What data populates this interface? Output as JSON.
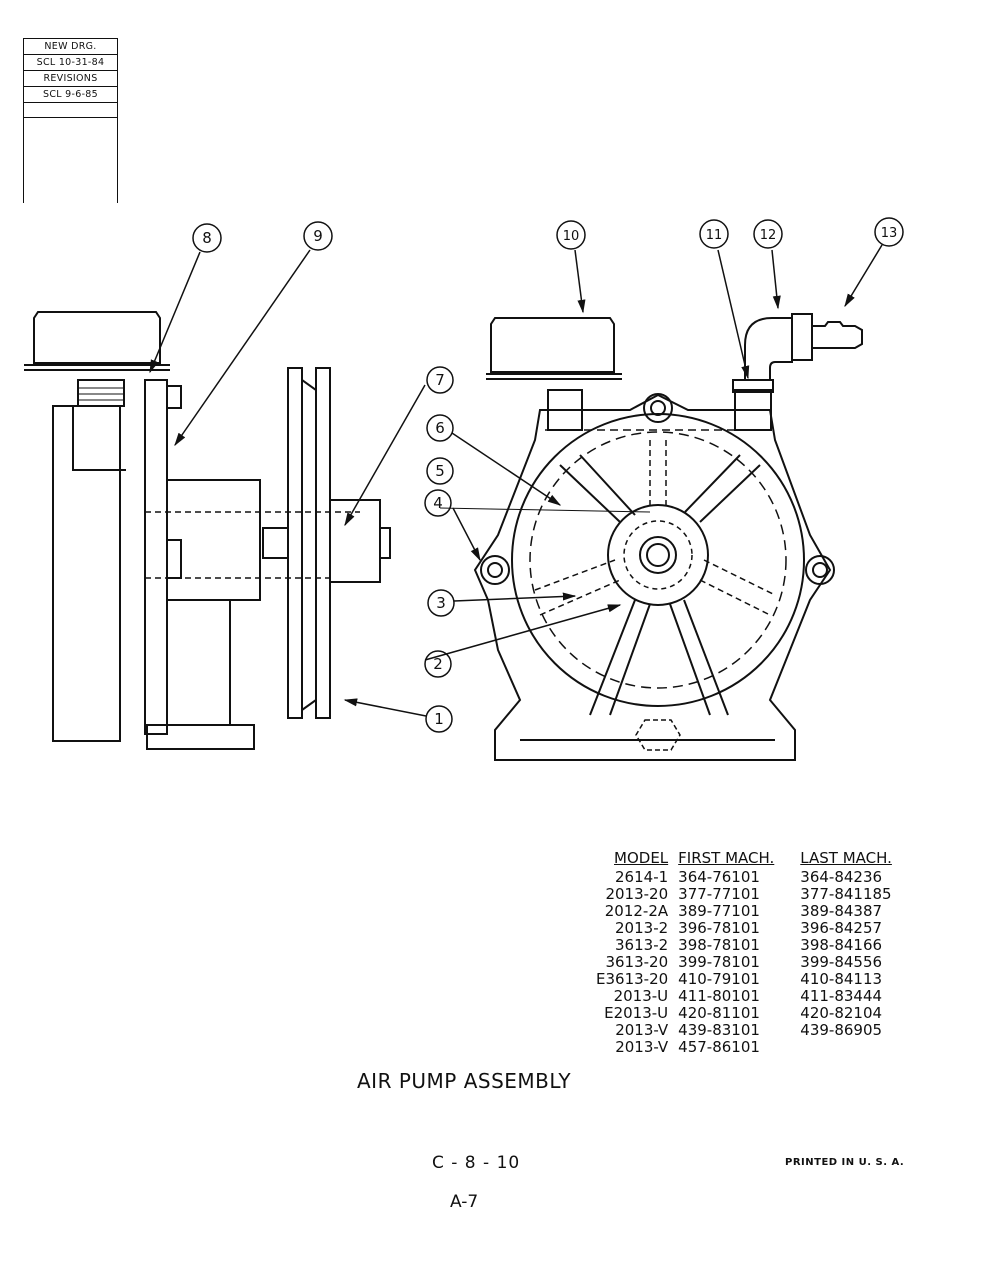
{
  "revision_box": {
    "new_drawing_label": "NEW DRG.",
    "new_drawing_date": "SCL 10-31-84",
    "revisions_label": "REVISIONS",
    "revision_date": "SCL 9-6-85"
  },
  "callouts": [
    "1",
    "2",
    "3",
    "4",
    "5",
    "6",
    "7",
    "8",
    "9",
    "10",
    "11",
    "12",
    "13"
  ],
  "model_table": {
    "headers": [
      "MODEL",
      "FIRST MACH.",
      "LAST MACH."
    ],
    "rows": [
      [
        "2614-1",
        "364-76101",
        "364-84236"
      ],
      [
        "2013-20",
        "377-77101",
        "377-841185"
      ],
      [
        "2012-2A",
        "389-77101",
        "389-84387"
      ],
      [
        "2013-2",
        "396-78101",
        "396-84257"
      ],
      [
        "3613-2",
        "398-78101",
        "398-84166"
      ],
      [
        "3613-20",
        "399-78101",
        "399-84556"
      ],
      [
        "E3613-20",
        "410-79101",
        "410-84113"
      ],
      [
        "2013-U",
        "411-80101",
        "411-83444"
      ],
      [
        "E2013-U",
        "420-81101",
        "420-82104"
      ],
      [
        "2013-V",
        "439-83101",
        "439-86905"
      ],
      [
        "2013-V",
        "457-86101",
        ""
      ]
    ]
  },
  "title": "AIR PUMP ASSEMBLY",
  "page_code": "C - 8 - 10",
  "printed_note": "PRINTED IN U. S. A.",
  "page_number": "A-7"
}
